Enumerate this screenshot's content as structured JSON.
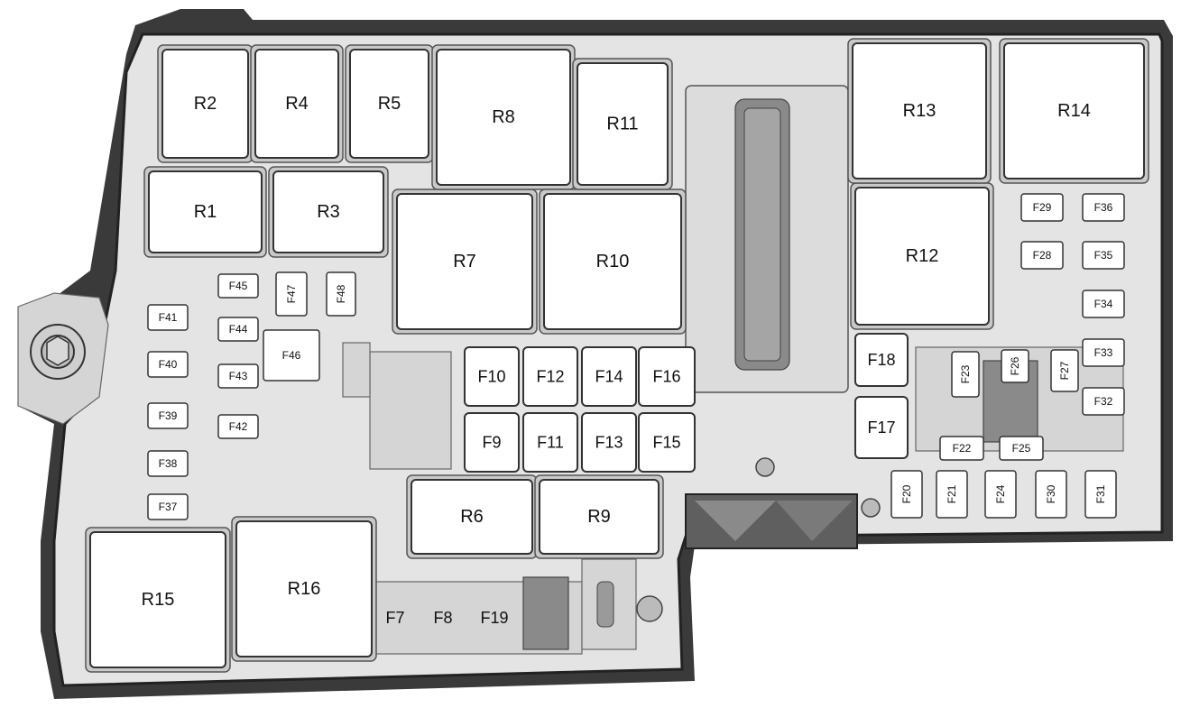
{
  "relays": [
    {
      "id": "R1",
      "label": "R1"
    },
    {
      "id": "R2",
      "label": "R2"
    },
    {
      "id": "R3",
      "label": "R3"
    },
    {
      "id": "R4",
      "label": "R4"
    },
    {
      "id": "R5",
      "label": "R5"
    },
    {
      "id": "R6",
      "label": "R6"
    },
    {
      "id": "R7",
      "label": "R7"
    },
    {
      "id": "R8",
      "label": "R8"
    },
    {
      "id": "R9",
      "label": "R9"
    },
    {
      "id": "R10",
      "label": "R10"
    },
    {
      "id": "R11",
      "label": "R11"
    },
    {
      "id": "R12",
      "label": "R12"
    },
    {
      "id": "R13",
      "label": "R13"
    },
    {
      "id": "R14",
      "label": "R14"
    },
    {
      "id": "R15",
      "label": "R15"
    },
    {
      "id": "R16",
      "label": "R16"
    }
  ],
  "fuses": [
    {
      "id": "F7",
      "label": "F7"
    },
    {
      "id": "F8",
      "label": "F8"
    },
    {
      "id": "F9",
      "label": "F9"
    },
    {
      "id": "F10",
      "label": "F10"
    },
    {
      "id": "F11",
      "label": "F11"
    },
    {
      "id": "F12",
      "label": "F12"
    },
    {
      "id": "F13",
      "label": "F13"
    },
    {
      "id": "F14",
      "label": "F14"
    },
    {
      "id": "F15",
      "label": "F15"
    },
    {
      "id": "F16",
      "label": "F16"
    },
    {
      "id": "F17",
      "label": "F17"
    },
    {
      "id": "F18",
      "label": "F18"
    },
    {
      "id": "F19",
      "label": "F19"
    },
    {
      "id": "F20",
      "label": "F20"
    },
    {
      "id": "F21",
      "label": "F21"
    },
    {
      "id": "F22",
      "label": "F22"
    },
    {
      "id": "F23",
      "label": "F23"
    },
    {
      "id": "F24",
      "label": "F24"
    },
    {
      "id": "F25",
      "label": "F25"
    },
    {
      "id": "F26",
      "label": "F26"
    },
    {
      "id": "F27",
      "label": "F27"
    },
    {
      "id": "F28",
      "label": "F28"
    },
    {
      "id": "F29",
      "label": "F29"
    },
    {
      "id": "F30",
      "label": "F30"
    },
    {
      "id": "F31",
      "label": "F31"
    },
    {
      "id": "F32",
      "label": "F32"
    },
    {
      "id": "F33",
      "label": "F33"
    },
    {
      "id": "F34",
      "label": "F34"
    },
    {
      "id": "F35",
      "label": "F35"
    },
    {
      "id": "F36",
      "label": "F36"
    },
    {
      "id": "F37",
      "label": "F37"
    },
    {
      "id": "F38",
      "label": "F38"
    },
    {
      "id": "F39",
      "label": "F39"
    },
    {
      "id": "F40",
      "label": "F40"
    },
    {
      "id": "F41",
      "label": "F41"
    },
    {
      "id": "F42",
      "label": "F42"
    },
    {
      "id": "F43",
      "label": "F43"
    },
    {
      "id": "F44",
      "label": "F44"
    },
    {
      "id": "F45",
      "label": "F45"
    },
    {
      "id": "F46",
      "label": "F46"
    },
    {
      "id": "F47",
      "label": "F47"
    },
    {
      "id": "F48",
      "label": "F48"
    }
  ]
}
